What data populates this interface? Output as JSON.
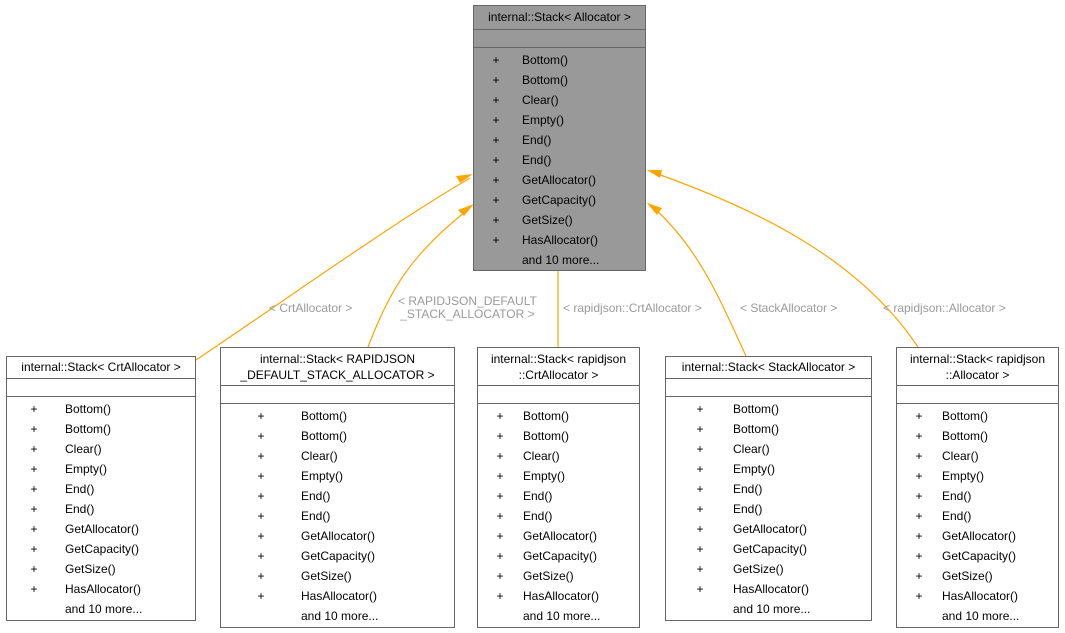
{
  "diagram": {
    "base": {
      "title": [
        "internal::Stack< Allocator >"
      ],
      "methods": [
        "Bottom()",
        "Bottom()",
        "Clear()",
        "Empty()",
        "End()",
        "End()",
        "GetAllocator()",
        "GetCapacity()",
        "GetSize()",
        "HasAllocator()"
      ],
      "more": "and 10 more..."
    },
    "children": [
      {
        "title": [
          "internal::Stack< CrtAllocator >"
        ],
        "edge_label": [
          "< CrtAllocator >"
        ],
        "methods": [
          "Bottom()",
          "Bottom()",
          "Clear()",
          "Empty()",
          "End()",
          "End()",
          "GetAllocator()",
          "GetCapacity()",
          "GetSize()",
          "HasAllocator()"
        ],
        "more": "and 10 more..."
      },
      {
        "title": [
          "internal::Stack< RAPIDJSON",
          "_DEFAULT_STACK_ALLOCATOR >"
        ],
        "edge_label": [
          "< RAPIDJSON_DEFAULT",
          "_STACK_ALLOCATOR >"
        ],
        "methods": [
          "Bottom()",
          "Bottom()",
          "Clear()",
          "Empty()",
          "End()",
          "End()",
          "GetAllocator()",
          "GetCapacity()",
          "GetSize()",
          "HasAllocator()"
        ],
        "more": "and 10 more..."
      },
      {
        "title": [
          "internal::Stack< rapidjson",
          "::CrtAllocator >"
        ],
        "edge_label": [
          "< rapidjson::CrtAllocator >"
        ],
        "methods": [
          "Bottom()",
          "Bottom()",
          "Clear()",
          "Empty()",
          "End()",
          "End()",
          "GetAllocator()",
          "GetCapacity()",
          "GetSize()",
          "HasAllocator()"
        ],
        "more": "and 10 more..."
      },
      {
        "title": [
          "internal::Stack< StackAllocator >"
        ],
        "edge_label": [
          "< StackAllocator >"
        ],
        "methods": [
          "Bottom()",
          "Bottom()",
          "Clear()",
          "Empty()",
          "End()",
          "End()",
          "GetAllocator()",
          "GetCapacity()",
          "GetSize()",
          "HasAllocator()"
        ],
        "more": "and 10 more..."
      },
      {
        "title": [
          "internal::Stack< rapidjson",
          "::Allocator >"
        ],
        "edge_label": [
          "< rapidjson::Allocator >"
        ],
        "methods": [
          "Bottom()",
          "Bottom()",
          "Clear()",
          "Empty()",
          "End()",
          "End()",
          "GetAllocator()",
          "GetCapacity()",
          "GetSize()",
          "HasAllocator()"
        ],
        "more": "and 10 more..."
      }
    ],
    "visibility_symbol": "+",
    "colors": {
      "edge": "#ffa500",
      "base_fill": "#999999",
      "node_fill": "#ffffff",
      "border": "#666666",
      "edge_label": "#9a9a9a"
    }
  }
}
